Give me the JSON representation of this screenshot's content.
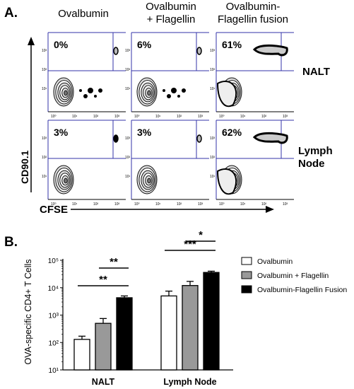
{
  "panel_a": {
    "label": "A.",
    "columns": [
      "Ovalbumin",
      "Ovalbumin\n+ Flagellin",
      "Ovalbumin-\nFlagellin fusion"
    ],
    "rows": [
      "NALT",
      "Lymph\nNode"
    ],
    "y_axis_label": "CD90.1",
    "x_axis_label": "CFSE",
    "percentages": [
      [
        "0%",
        "6%",
        "61%"
      ],
      [
        "3%",
        "3%",
        "62%"
      ]
    ],
    "tick_labels": [
      "10⁰",
      "10¹",
      "10²",
      "10³"
    ],
    "colors": {
      "gate_line": "#3333aa",
      "axis": "#000000"
    }
  },
  "panel_b": {
    "label": "B."
  },
  "chart_data": {
    "type": "bar",
    "title": "",
    "ylabel": "OVA-specific CD4+ T Cells",
    "xlabel": "",
    "yscale": "log",
    "ylim": [
      10,
      100000
    ],
    "yticks": [
      "10¹",
      "10²",
      "10³",
      "10⁴",
      "10⁵"
    ],
    "categories": [
      "NALT",
      "Lymph Node"
    ],
    "series": [
      {
        "name": "Ovalbumin",
        "values": [
          130,
          5000
        ],
        "errors": [
          40,
          2500
        ],
        "color": "#ffffff"
      },
      {
        "name": "Ovalbumin + Flagellin",
        "values": [
          500,
          12000
        ],
        "errors": [
          250,
          5000
        ],
        "color": "#999999"
      },
      {
        "name": "Ovalbumin-Flagellin Fusion",
        "values": [
          4300,
          36000
        ],
        "errors": [
          700,
          4000
        ],
        "color": "#000000"
      }
    ],
    "significance": [
      {
        "category": "NALT",
        "from": 0,
        "to": 2,
        "label": "**"
      },
      {
        "category": "NALT",
        "from": 1,
        "to": 2,
        "label": "**"
      },
      {
        "category": "Lymph Node",
        "from": 0,
        "to": 2,
        "label": "***"
      },
      {
        "category": "Lymph Node",
        "from": 1,
        "to": 2,
        "label": "*"
      }
    ],
    "legend_position": "right"
  }
}
